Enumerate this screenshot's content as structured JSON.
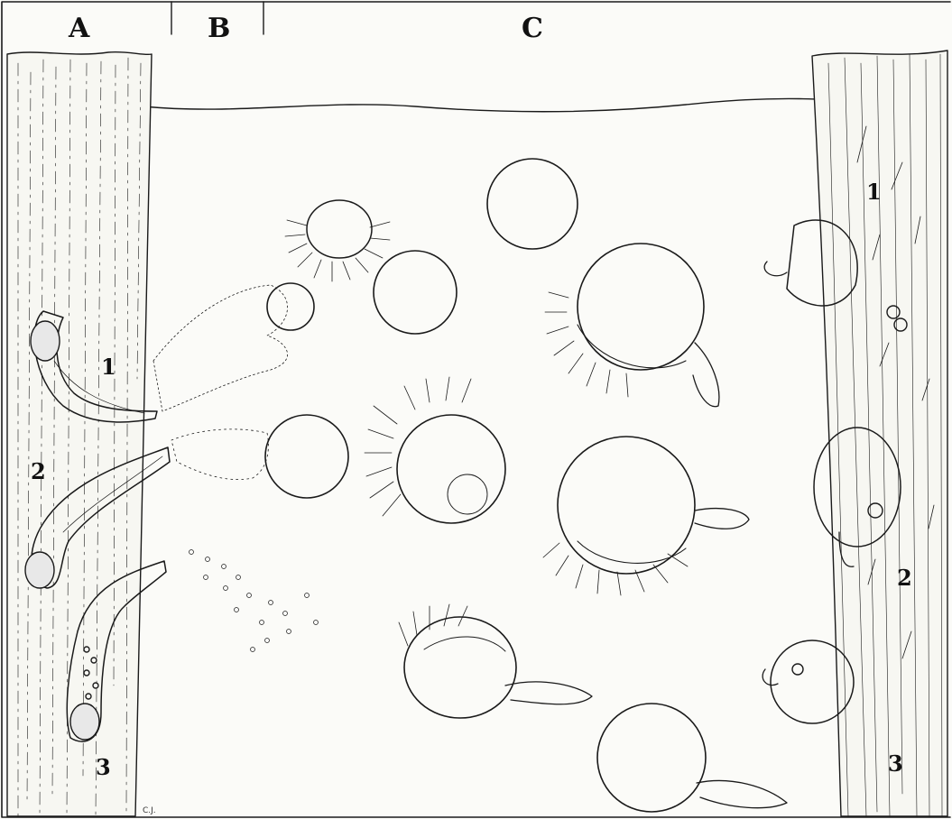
{
  "sections": {
    "a": "A",
    "b": "B",
    "c": "C"
  },
  "left_stages": [
    "1",
    "2",
    "3"
  ],
  "right_stages": [
    "1",
    "2",
    "3"
  ],
  "signature": "C.J.",
  "colors": {
    "ink": "#1a1a1a",
    "paper": "#fbfbf8"
  }
}
